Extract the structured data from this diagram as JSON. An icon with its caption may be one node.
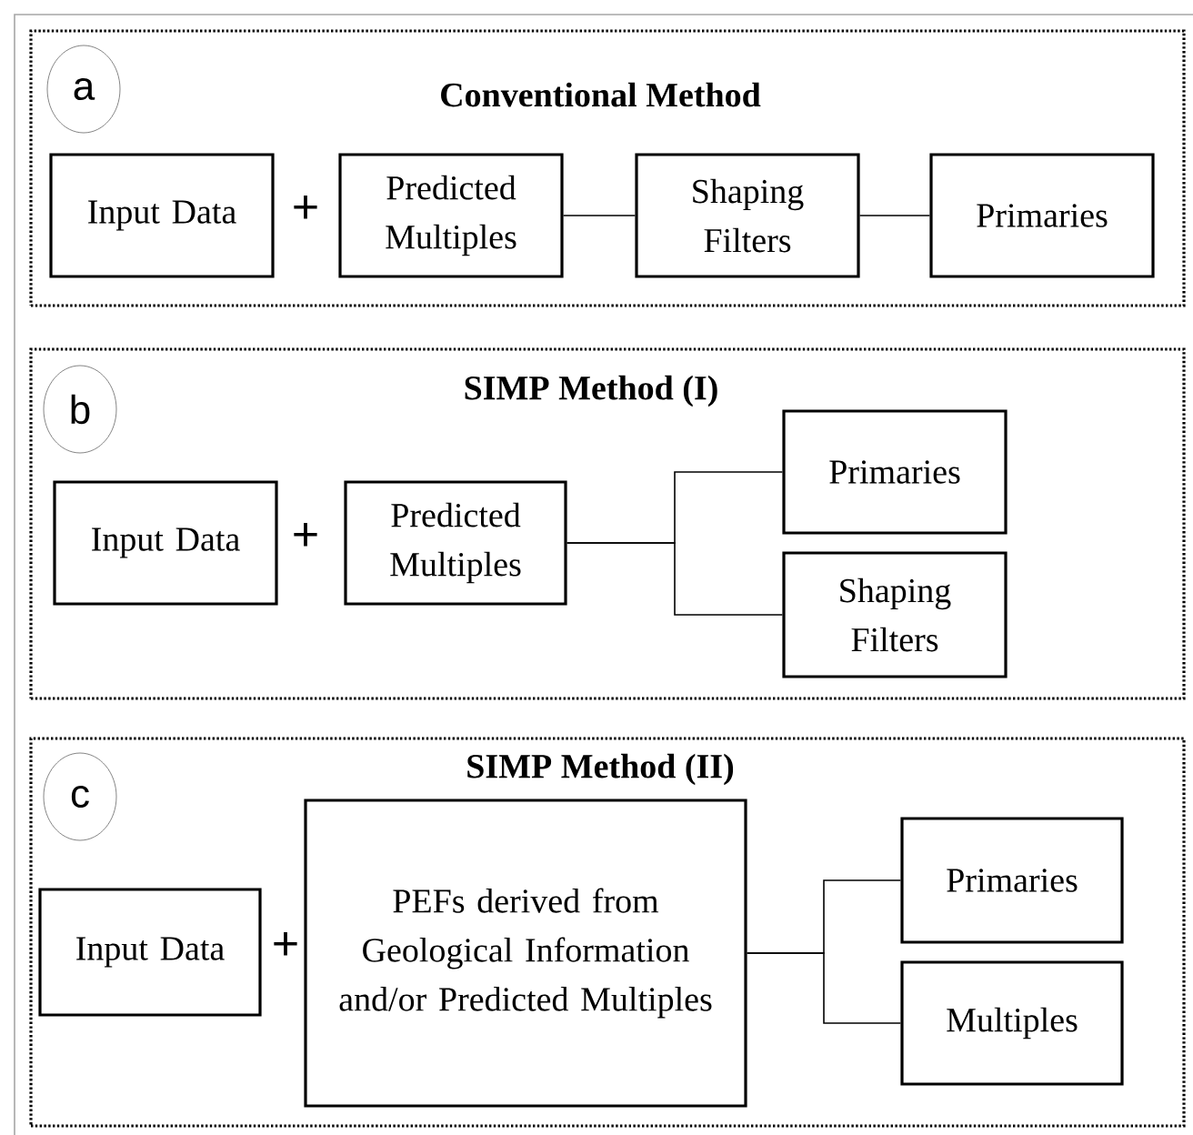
{
  "diagram": {
    "nodes": [
      {
        "text": [
          "Conventional Method"
        ]
      },
      {
        "text": [
          "a"
        ],
        "in": 0
      },
      {
        "text": [
          "Input Data"
        ],
        "in": 0
      },
      {
        "text": [
          "Predicted Multiples"
        ],
        "in": 0
      },
      {
        "text": [
          "Shaping Filters"
        ],
        "in": 0
      },
      {
        "text": [
          "Primaries"
        ],
        "in": 0
      },
      {
        "text": [
          "SIMP Method (I)"
        ]
      },
      {
        "text": [
          "b"
        ],
        "in": 6
      },
      {
        "text": [
          "Input Data"
        ],
        "in": 6
      },
      {
        "text": [
          "Predicted Multiples"
        ],
        "in": 6
      },
      {
        "text": [
          "Primaries"
        ],
        "in": 6
      },
      {
        "text": [
          "Shaping Filters"
        ],
        "in": 6
      },
      {
        "text": [
          "SIMP Method (II)"
        ]
      },
      {
        "text": [
          "c"
        ],
        "in": 12
      },
      {
        "text": [
          "Input Data"
        ],
        "in": 12
      },
      {
        "text": [
          "PEFs derived from Geological Information and/or Predicted Multiples"
        ],
        "in": 12
      },
      {
        "text": [
          "Primaries"
        ],
        "in": 12
      },
      {
        "text": [
          "Multiples"
        ],
        "in": 12
      }
    ],
    "edges": [
      {
        "from": 3,
        "to": 4,
        "arrow": "none"
      },
      {
        "from": 4,
        "to": 5,
        "arrow": "none"
      },
      {
        "from": 9,
        "to": 10,
        "arrow": "none"
      },
      {
        "from": 9,
        "to": 11,
        "arrow": "none"
      },
      {
        "from": 15,
        "to": 16,
        "arrow": "none"
      },
      {
        "from": 15,
        "to": 17,
        "arrow": "none"
      }
    ],
    "labels": [
      "+",
      "+",
      "+"
    ]
  }
}
